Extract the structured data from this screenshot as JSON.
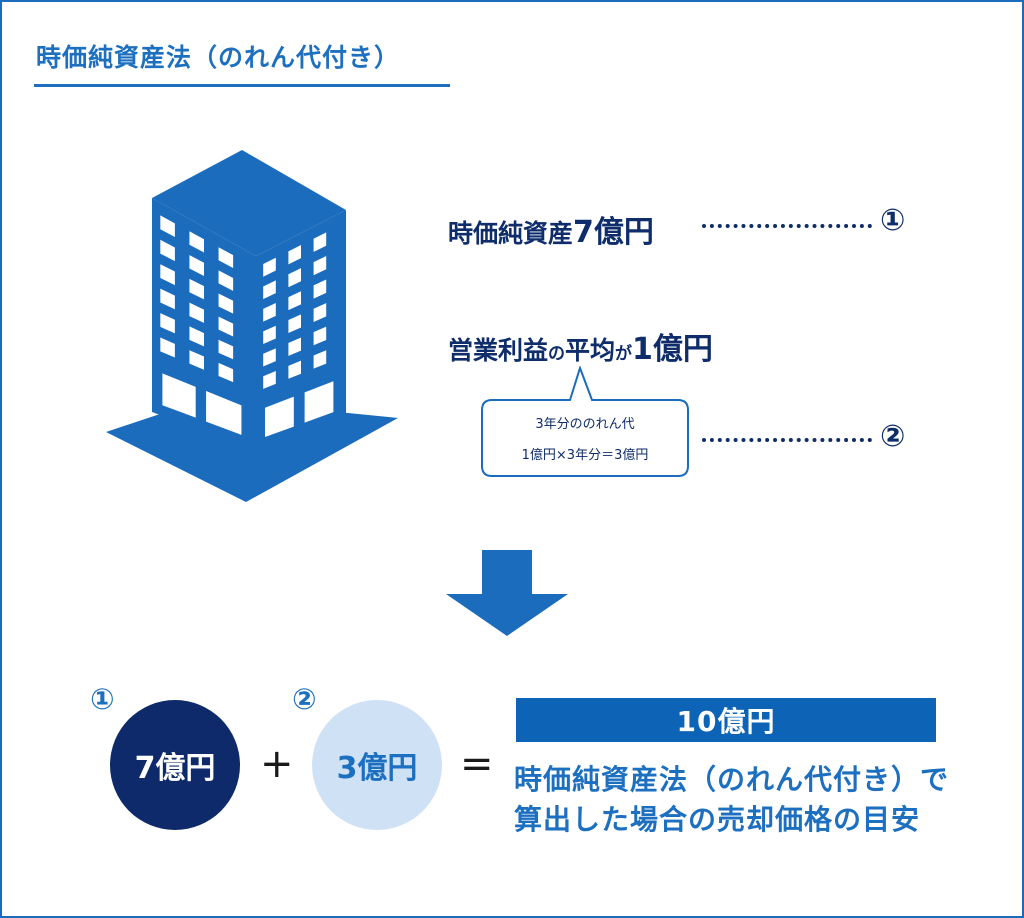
{
  "title": "時価純資産法（のれん代付き）",
  "lines": {
    "line1": {
      "text": "時価純資産",
      "amount": "7億円",
      "marker": "①"
    },
    "line2": {
      "part1": "営業利益",
      "p1": "の",
      "part2": "平均",
      "p2": "が",
      "amount": "1億円"
    },
    "bubble": {
      "line1": "3年分ののれん代",
      "line2": "1億円×3年分＝3億円",
      "marker": "②"
    }
  },
  "formula": {
    "term1": {
      "marker": "①",
      "value": "7億円"
    },
    "plus": "+",
    "term2": {
      "marker": "②",
      "value": "3億円"
    },
    "equals": "=",
    "result": "10億円",
    "caption_line1": "時価純資産法（のれん代付き）で",
    "caption_line2": "算出した場合の売却価格の目安"
  },
  "colors": {
    "primary_blue": "#1d6fc0",
    "navy": "#0e2a6b",
    "light_blue": "#cfe2f5",
    "bar_blue": "#0d63b5"
  },
  "icons": [
    "office-building-icon",
    "down-arrow-icon",
    "speech-bubble-icon"
  ]
}
